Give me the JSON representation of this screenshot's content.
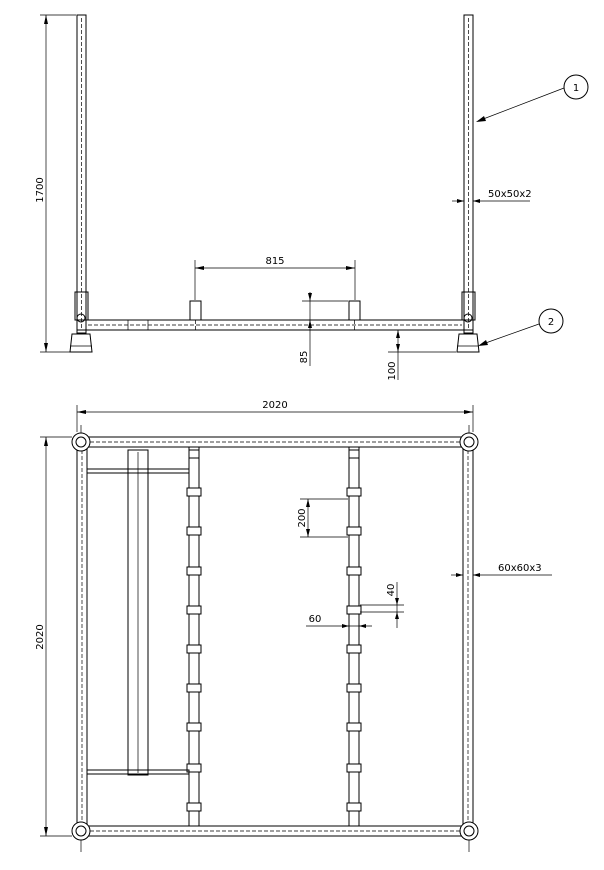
{
  "elevation": {
    "height_dim": "1700",
    "spacing_dim": "815",
    "post_height_dim": "85",
    "foot_height_dim": "100",
    "tube_profile": "50x50x2",
    "balloon_1": "1",
    "balloon_2": "2"
  },
  "plan": {
    "width_dim": "2020",
    "depth_dim": "2020",
    "pitch_dim": "200",
    "peg_height_dim": "40",
    "peg_width_dim": "60",
    "frame_profile": "60x60x3"
  }
}
